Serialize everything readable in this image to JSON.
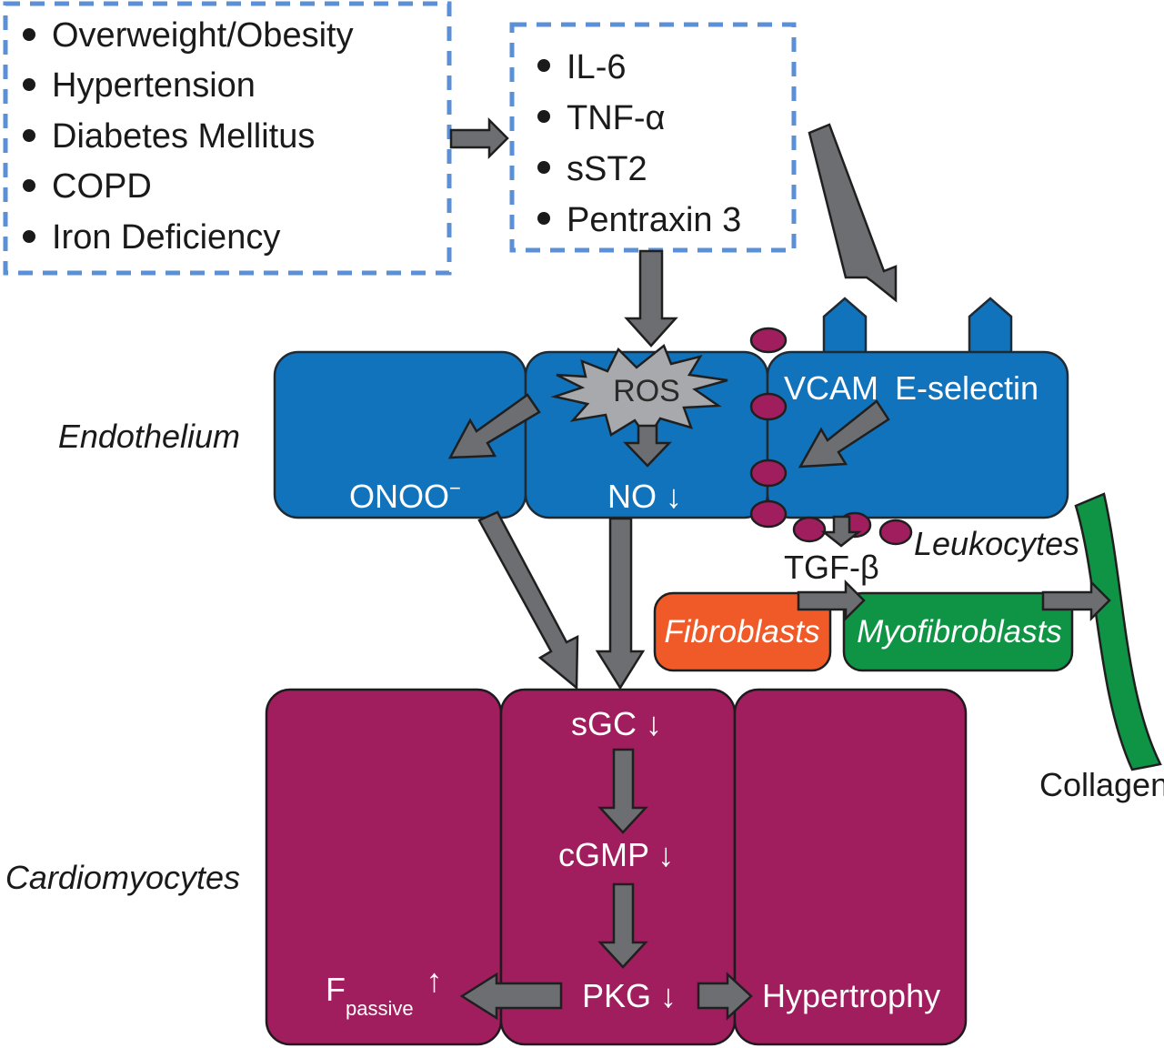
{
  "risk_factors": {
    "items": [
      "Overweight/Obesity",
      "Hypertension",
      "Diabetes Mellitus",
      "COPD",
      "Iron Deficiency"
    ]
  },
  "inflammatory_markers": {
    "items": [
      "IL-6",
      "TNF-α",
      "sST2",
      "Pentraxin 3"
    ]
  },
  "layers": {
    "endothelium": "Endothelium",
    "cardiomyocytes": "Cardiomyocytes"
  },
  "endothelium": {
    "ros": "ROS",
    "onoo": "ONOO",
    "onoo_sup": "−",
    "no": "NO ↓",
    "vcam": "VCAM",
    "eselectin": "E-selectin"
  },
  "inflammation": {
    "leukocytes": "Leukocytes",
    "tgf": "TGF-β",
    "fibroblasts": "Fibroblasts",
    "myofibroblasts": "Myofibroblasts",
    "collagen": "Collagen"
  },
  "cardiomyocyte": {
    "sgc": "sGC ↓",
    "cgmp": "cGMP ↓",
    "pkg": "PKG ↓",
    "fpassive": "F",
    "fpassive_sub": "passive",
    "fpassive_arrow": "↑",
    "hypertrophy": "Hypertrophy"
  },
  "colors": {
    "endothelium": "#1173bb",
    "cardiomyocyte": "#a01d5e",
    "fibroblast": "#ef5a28",
    "myofibroblast": "#0e9444",
    "arrow": "#6d6e71",
    "dashed_box": "#5b8fd6"
  }
}
